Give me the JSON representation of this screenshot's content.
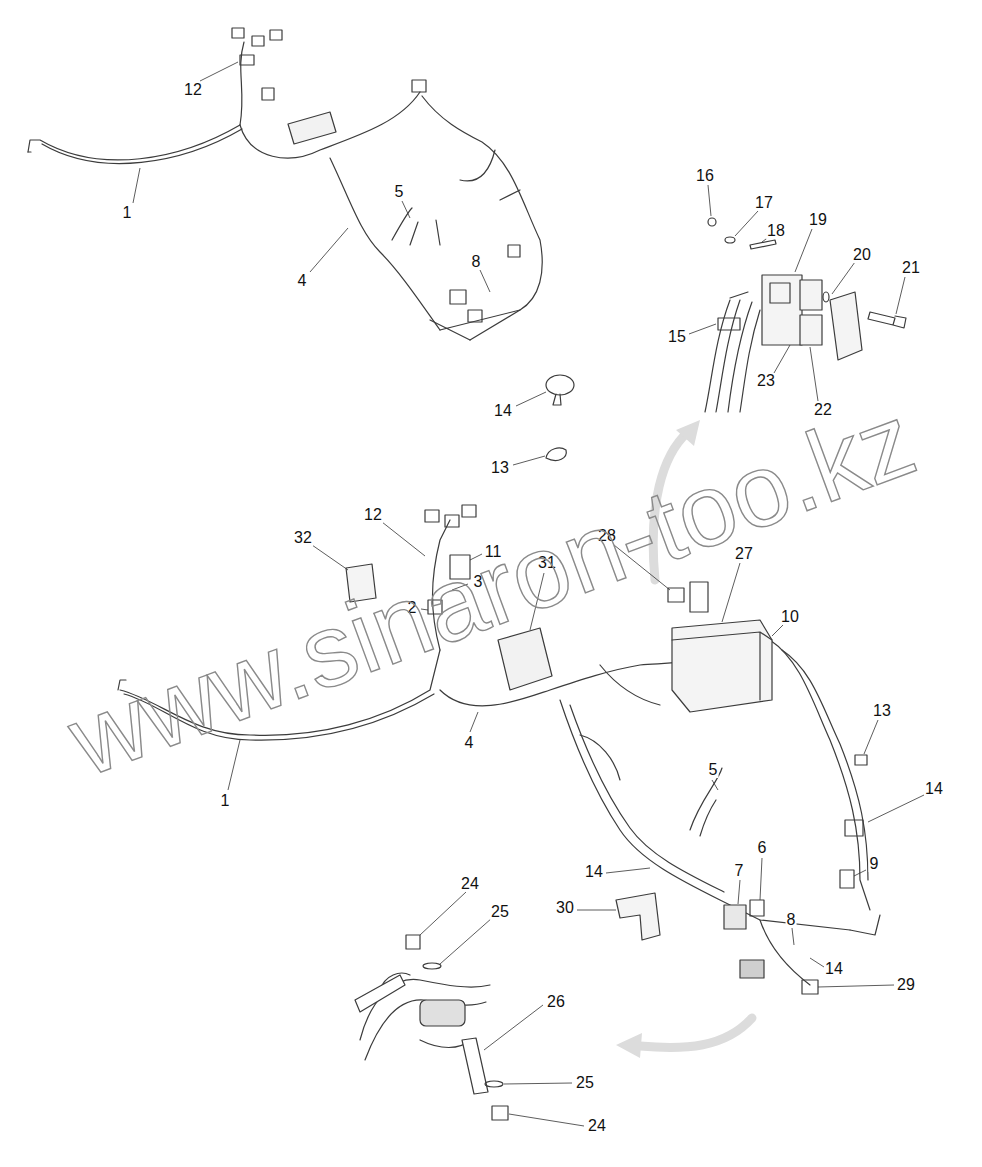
{
  "diagram": {
    "labels": [
      "12",
      "1",
      "4",
      "5",
      "8",
      "16",
      "17",
      "18",
      "19",
      "20",
      "21",
      "15",
      "23",
      "22",
      "14",
      "13",
      "12",
      "32",
      "28",
      "27",
      "11",
      "31",
      "3",
      "10",
      "2",
      "1",
      "4",
      "13",
      "14",
      "5",
      "14",
      "6",
      "7",
      "9",
      "24",
      "25",
      "30",
      "8",
      "14",
      "29",
      "26",
      "25",
      "24",
      "www.sinaron-too.kz"
    ]
  }
}
